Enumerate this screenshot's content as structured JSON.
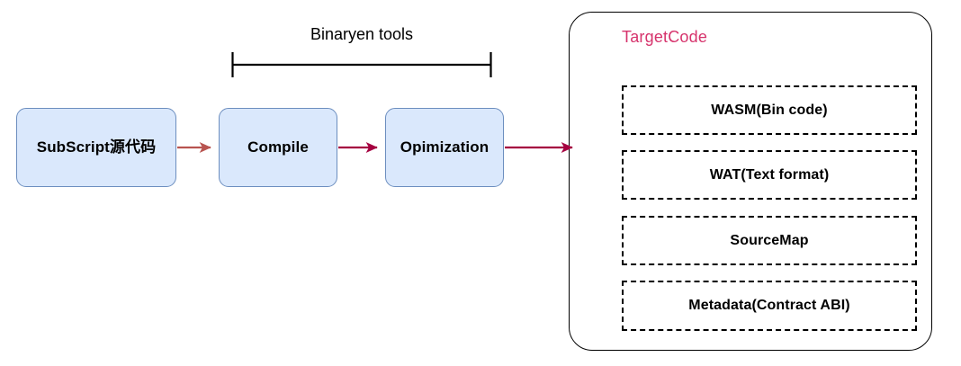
{
  "diagram": {
    "title": "SubScript compilation pipeline to TargetCode artifacts",
    "colors": {
      "process_fill": "#dae8fc",
      "process_stroke": "#6c8ebf",
      "arrow_first": "#b85450",
      "arrow_rest": "#a50040",
      "target_title": "#d6336c",
      "outline": "#000000",
      "background": "#ffffff"
    }
  },
  "pipeline": {
    "bracket": {
      "label": "Binaryen tools"
    },
    "steps": [
      {
        "id": "source",
        "label": "SubScript源代码"
      },
      {
        "id": "compile",
        "label": "Compile"
      },
      {
        "id": "optimize",
        "label": "Opimization"
      }
    ],
    "arrows": [
      {
        "from": "source",
        "to": "compile",
        "color": "#b85450"
      },
      {
        "from": "compile",
        "to": "optimize",
        "color": "#a50040"
      },
      {
        "from": "optimize",
        "to": "targetcode",
        "color": "#a50040"
      }
    ]
  },
  "targetcode": {
    "title": "TargetCode",
    "artifacts": [
      {
        "label": "WASM(Bin code)"
      },
      {
        "label": "WAT(Text format)"
      },
      {
        "label": "SourceMap"
      },
      {
        "label": "Metadata(Contract ABI)"
      }
    ]
  }
}
